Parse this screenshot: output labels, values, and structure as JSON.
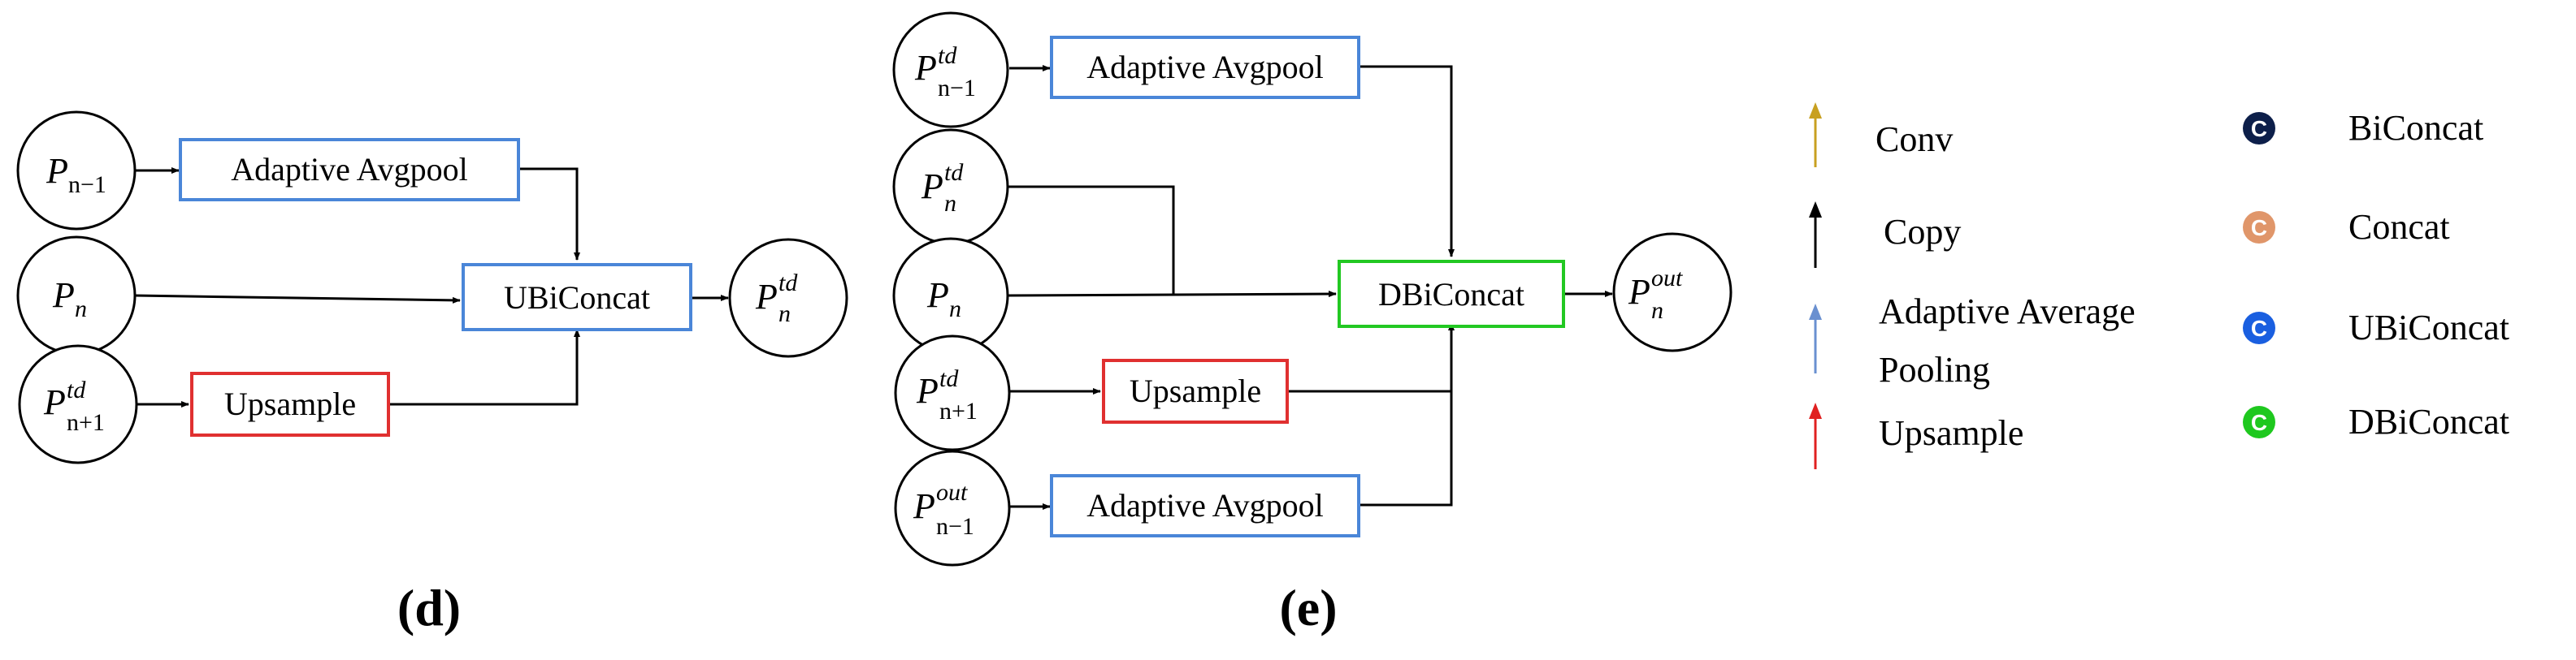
{
  "colors": {
    "blue_box": "#4a86d8",
    "red_box": "#e03030",
    "green_box": "#22c822",
    "arrow_black": "#000000",
    "conv_arrow": "#c8a020",
    "avgpool_arrow": "#6a90d0",
    "upsample_arrow": "#e02020",
    "biconcat_badge": "#0d1f4a",
    "concat_badge": "#e0966a",
    "ubiconcat_badge": "#1a5fe0",
    "dbiconcat_badge": "#1ec81e"
  },
  "panel_d": {
    "label": "(d)",
    "nodes": {
      "p_nm1": {
        "base": "P",
        "sub": "n−1",
        "sup": ""
      },
      "p_n": {
        "base": "P",
        "sub": "n",
        "sup": ""
      },
      "p_np1_td": {
        "base": "P",
        "sub": "n+1",
        "sup": "td"
      },
      "p_n_td": {
        "base": "P",
        "sub": "n",
        "sup": "td"
      }
    },
    "boxes": {
      "avgpool": "Adaptive Avgpool",
      "upsample": "Upsample",
      "ubiconcat": "UBiConcat"
    }
  },
  "panel_e": {
    "label": "(e)",
    "nodes": {
      "p_nm1_td": {
        "base": "P",
        "sub": "n−1",
        "sup": "td"
      },
      "p_n_td": {
        "base": "P",
        "sub": "n",
        "sup": "td"
      },
      "p_n": {
        "base": "P",
        "sub": "n",
        "sup": ""
      },
      "p_np1_td": {
        "base": "P",
        "sub": "n+1",
        "sup": "td"
      },
      "p_nm1_out": {
        "base": "P",
        "sub": "n−1",
        "sup": "out"
      },
      "p_n_out": {
        "base": "P",
        "sub": "n",
        "sup": "out"
      }
    },
    "boxes": {
      "avgpool_top": "Adaptive Avgpool",
      "upsample": "Upsample",
      "avgpool_bottom": "Adaptive Avgpool",
      "dbiconcat": "DBiConcat"
    }
  },
  "legend": {
    "arrows": [
      {
        "key": "conv",
        "label_lines": [
          "Conv"
        ],
        "color_key": "conv_arrow",
        "icon": "up-arrow-icon"
      },
      {
        "key": "copy",
        "label_lines": [
          "Copy"
        ],
        "color_key": "arrow_black",
        "icon": "up-arrow-icon"
      },
      {
        "key": "adaptive_average_pooling",
        "label_lines": [
          "Adaptive Average",
          "Pooling"
        ],
        "color_key": "avgpool_arrow",
        "icon": "up-arrow-icon"
      },
      {
        "key": "upsample",
        "label_lines": [
          "Upsample"
        ],
        "color_key": "upsample_arrow",
        "icon": "up-arrow-icon"
      }
    ],
    "concats": [
      {
        "key": "biconcat",
        "label": "BiConcat",
        "badge_letter": "C",
        "color_key": "biconcat_badge",
        "icon": "concat-badge-icon"
      },
      {
        "key": "concat",
        "label": "Concat",
        "badge_letter": "C",
        "color_key": "concat_badge",
        "icon": "concat-badge-icon"
      },
      {
        "key": "ubiconcat",
        "label": "UBiConcat",
        "badge_letter": "C",
        "color_key": "ubiconcat_badge",
        "icon": "concat-badge-icon"
      },
      {
        "key": "dbiconcat",
        "label": "DBiConcat",
        "badge_letter": "C",
        "color_key": "dbiconcat_badge",
        "icon": "concat-badge-icon"
      }
    ]
  }
}
